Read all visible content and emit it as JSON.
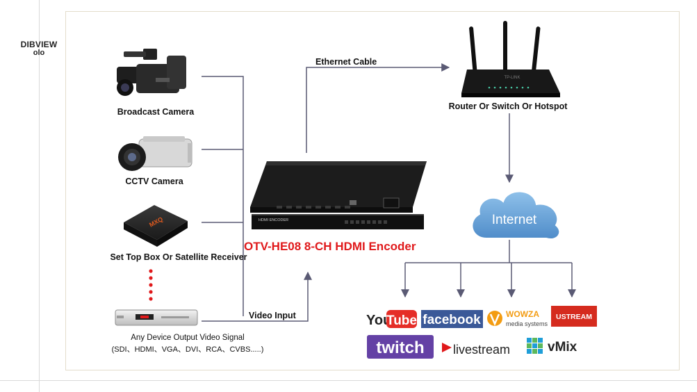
{
  "brand": {
    "line1": "DIBVIEW",
    "line2": "olo"
  },
  "sources": [
    {
      "label": "Broadcast Camera",
      "icon": "broadcast-camera-icon"
    },
    {
      "label": "CCTV Camera",
      "icon": "cctv-camera-icon"
    },
    {
      "label": "Set Top Box Or Satellite Receiver",
      "icon": "set-top-box-icon"
    },
    {
      "label": "Any Device Output Video Signal",
      "sublabel": "(SDI、HDMI、VGA、DVI、RCA、CVBS.....)",
      "icon": "dvd-player-icon"
    }
  ],
  "edges": {
    "video_input": "Video Input",
    "ethernet_cable": "Ethernet Cable"
  },
  "encoder": {
    "title": "OTV-HE08 8-CH HDMI Encoder",
    "panel_label": "HDMI ENCODER",
    "title_color": "#e0191b"
  },
  "router": {
    "label": "Router Or Switch Or Hotspot",
    "brand": "TP-LINK"
  },
  "internet": {
    "label": "Internet",
    "color": "#5b9bd5"
  },
  "platforms": {
    "youtube_you": "You",
    "youtube_tube": "Tube",
    "facebook": "facebook",
    "wowza_name": "WOWZA",
    "wowza_sub": "media systems",
    "ustream": "USTREAM",
    "twitch": "twitch",
    "livestream": "livestream",
    "vmix": "vMix"
  }
}
